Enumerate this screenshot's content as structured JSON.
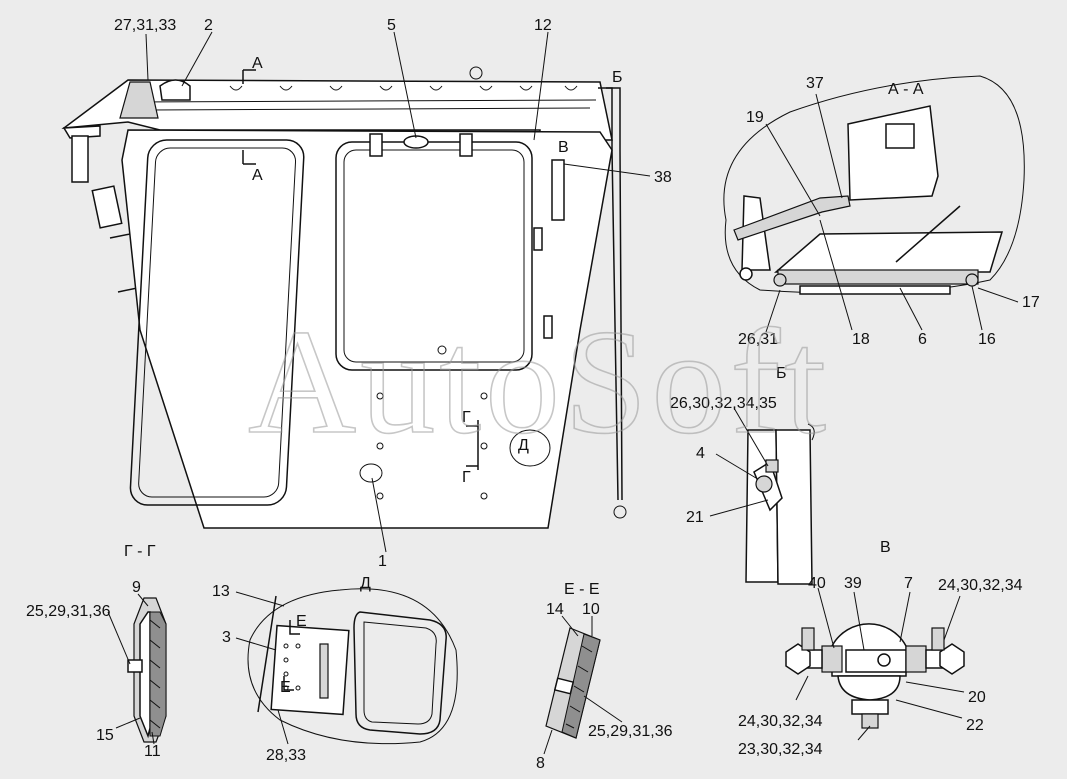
{
  "watermark": "AutoSoft",
  "section_titles": {
    "aa": "А - А",
    "b_view": "Б",
    "v_view": "В",
    "gg": "Г - Г",
    "d_view": "Д",
    "ee": "Е - Е"
  },
  "main_view_marks": {
    "a_top": "А",
    "a_bottom": "А",
    "b_mark": "Б",
    "v_mark": "В",
    "g_top": "Г",
    "g_bottom": "Г",
    "d_mark": "Д"
  },
  "d_view_marks": {
    "e_top": "Е",
    "e_bottom": "Е"
  },
  "callouts": {
    "main": [
      "27,31,33",
      "2",
      "5",
      "12",
      "38",
      "1"
    ],
    "aa": [
      "37",
      "19",
      "26,31",
      "18",
      "6",
      "16",
      "17"
    ],
    "b": [
      "26,30,32,34,35",
      "4",
      "21"
    ],
    "v": [
      "40",
      "39",
      "7",
      "24,30,32,34",
      "20",
      "24,30,32,34",
      "22",
      "23,30,32,34"
    ],
    "gg": [
      "9",
      "25,29,31,36",
      "15",
      "11"
    ],
    "d": [
      "13",
      "3",
      "28,33"
    ],
    "ee": [
      "14",
      "10",
      "25,29,31,36",
      "8"
    ]
  }
}
